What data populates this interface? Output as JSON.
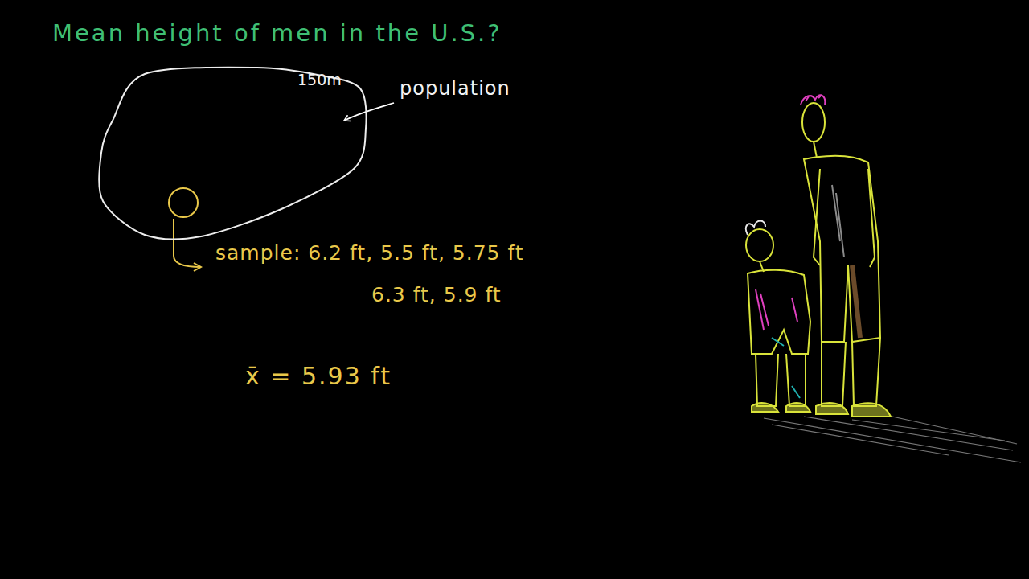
{
  "diagram": {
    "title": "Mean height of men in the U.S.?",
    "nodes": [
      {
        "text": [
          "150m"
        ]
      }
    ],
    "labels": [
      "population",
      "sample: 6.2 ft, 5.5 ft, 5.75 ft",
      "6.3 ft, 5.9 ft",
      "x̄ = 5.93 ft"
    ]
  }
}
